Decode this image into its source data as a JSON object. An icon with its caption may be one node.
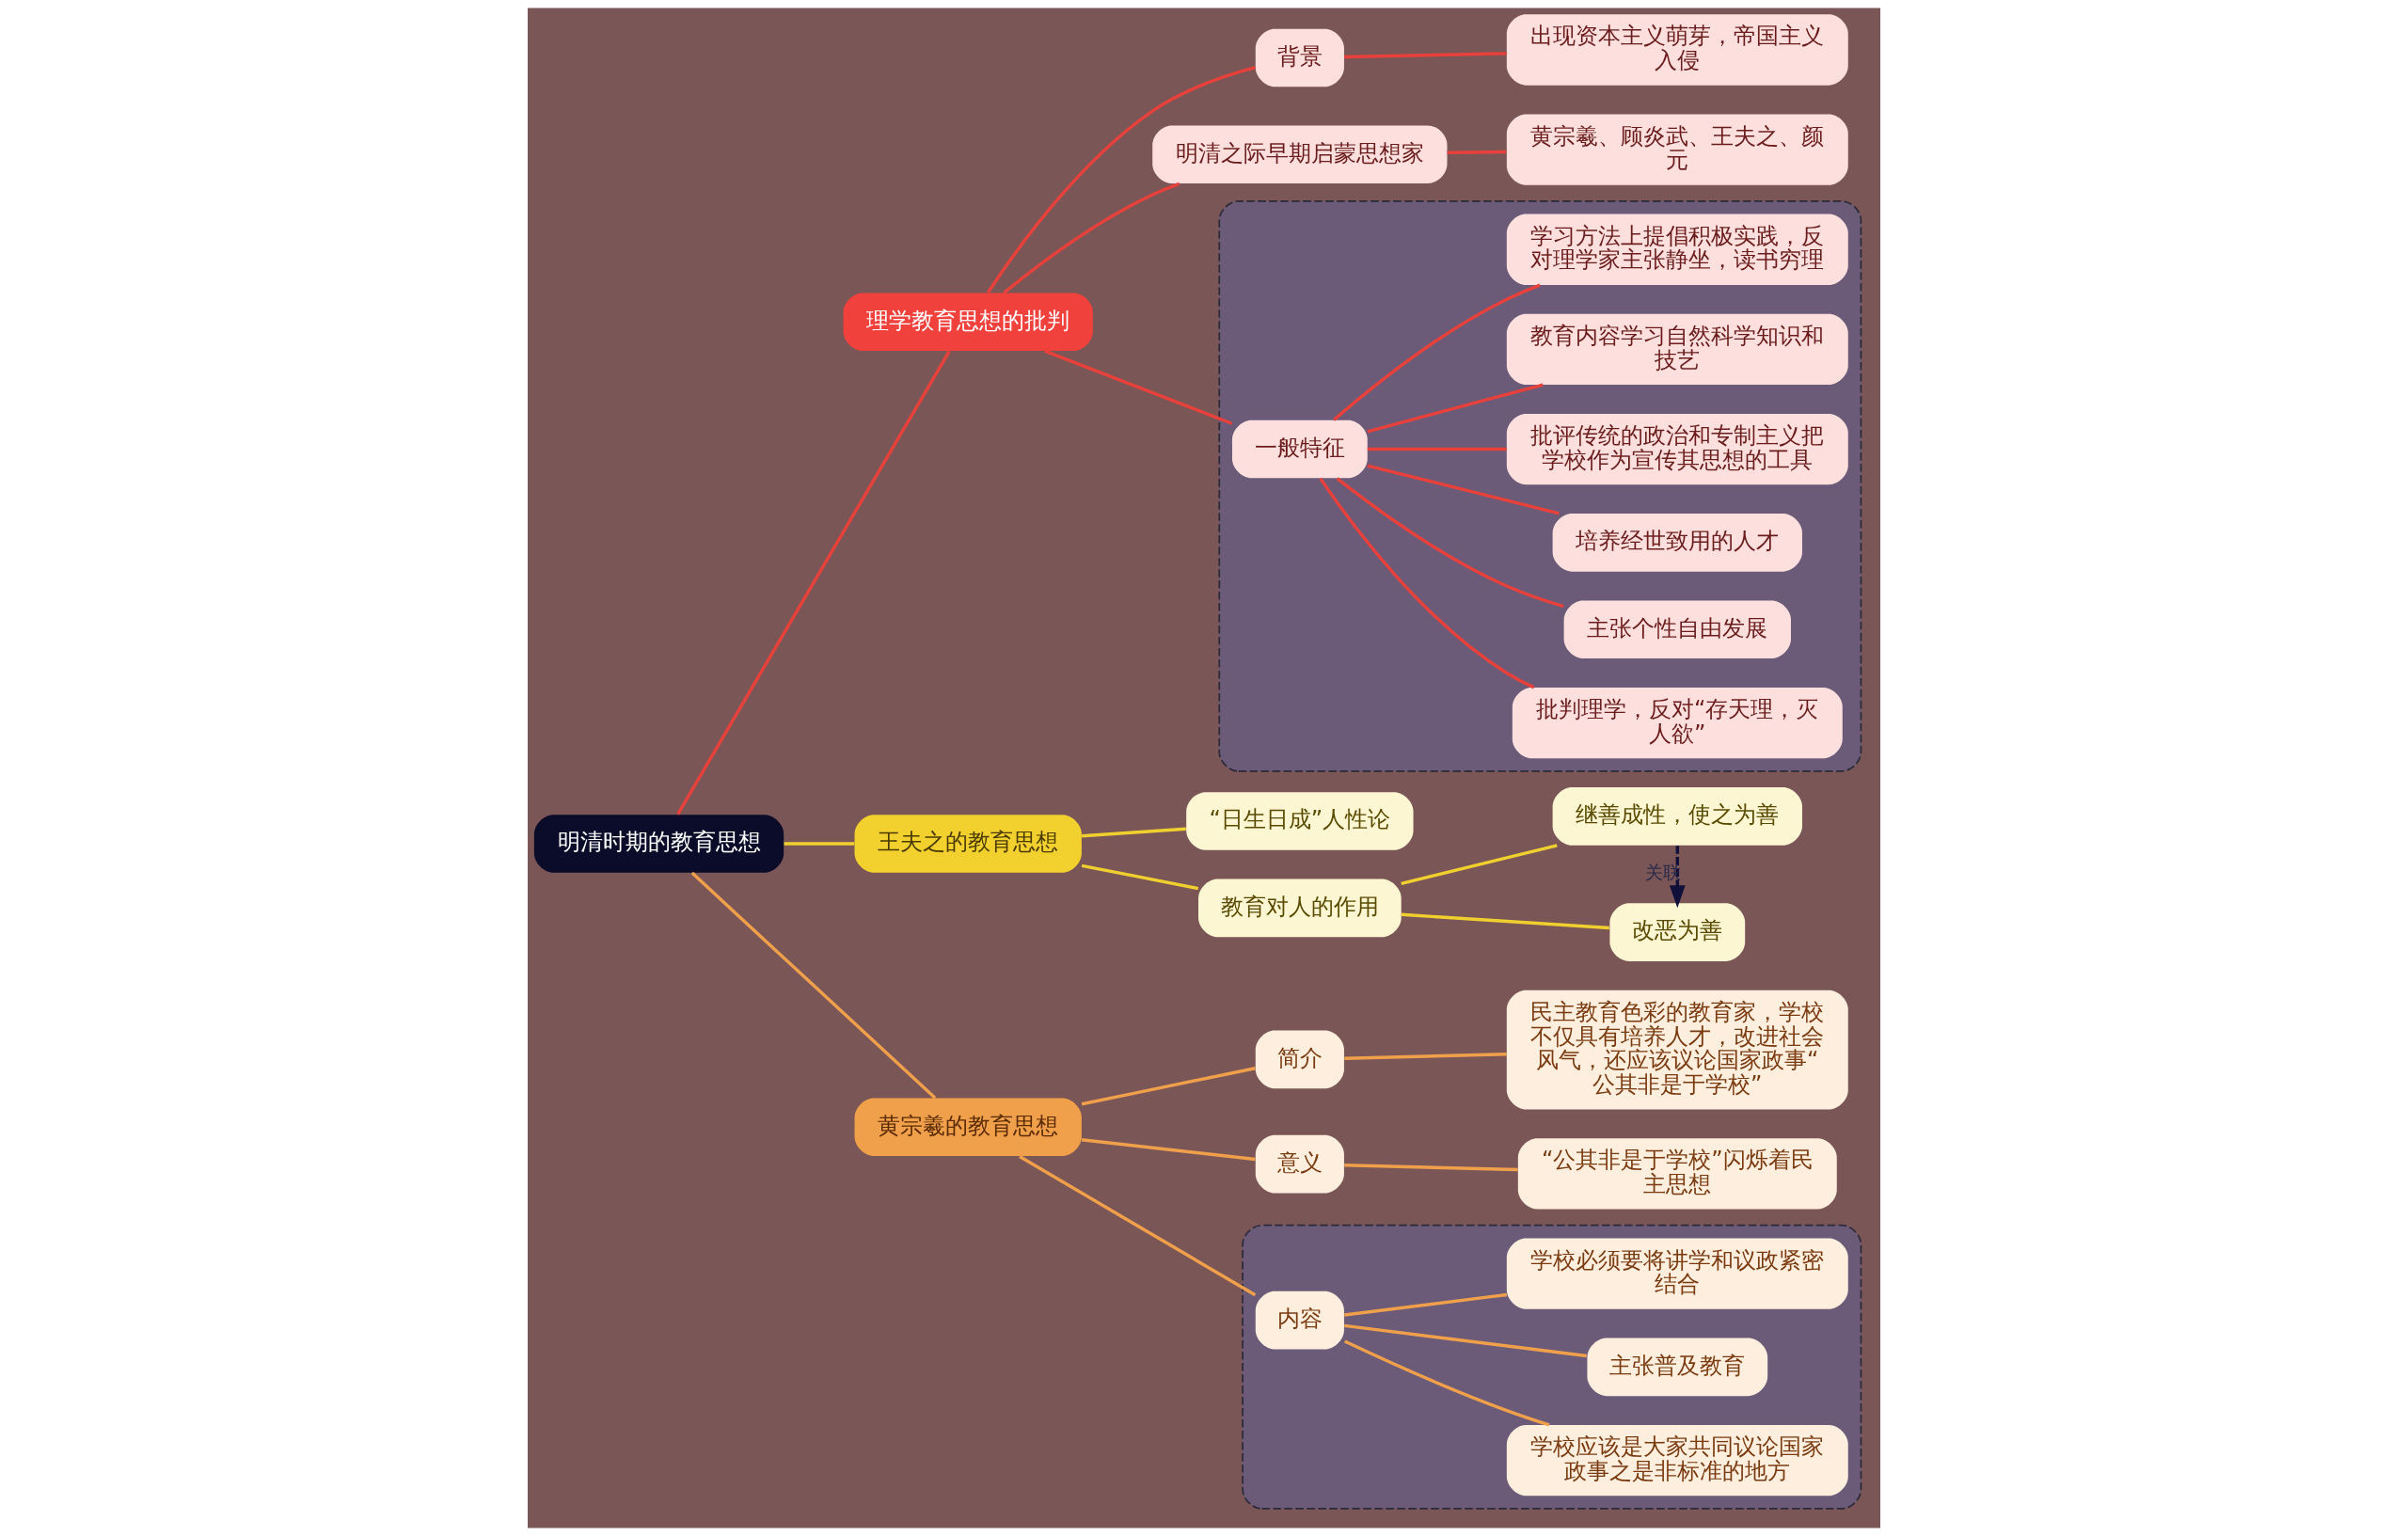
{
  "diagram": {
    "nodes": [
      {
        "text": [
          "明清时期的教育思想"
        ]
      },
      {
        "text": [
          "理学教育思想的批判"
        ]
      },
      {
        "text": [
          "背景"
        ]
      },
      {
        "text": [
          "出现资本主义萌芽，帝国主义入侵"
        ]
      },
      {
        "text": [
          "明清之际早期启蒙思想家"
        ]
      },
      {
        "text": [
          "黄宗羲、顾炎武、王夫之、颜元"
        ]
      },
      {
        "text": [],
        "shape": "box"
      },
      {
        "text": [
          "一般特征"
        ],
        "in": 6
      },
      {
        "text": [
          "批判理学，反对“存天理，灭人欲”"
        ],
        "in": 6
      },
      {
        "text": [
          "主张个性自由发展"
        ],
        "in": 6
      },
      {
        "text": [
          "培养经世致用的人才"
        ],
        "in": 6
      },
      {
        "text": [
          "批评传统的政治和专制主义把学校作为宣传其思想的工具"
        ],
        "in": 6
      },
      {
        "text": [
          "教育内容学习自然科学知识和技艺"
        ],
        "in": 6
      },
      {
        "text": [
          "学习方法上提倡积极实践，反对理学家主张静坐，读书穷理"
        ],
        "in": 6
      },
      {
        "text": [
          "王夫之的教育思想"
        ]
      },
      {
        "text": [
          "“日生日成”人性论"
        ]
      },
      {
        "text": [
          "教育对人的作用"
        ]
      },
      {
        "text": [
          "继善成性，使之为善"
        ]
      },
      {
        "text": [
          "改恶为善"
        ]
      },
      {
        "text": [
          "黄宗羲的教育思想"
        ]
      },
      {
        "text": [
          "简介"
        ]
      },
      {
        "text": [
          "民主教育色彩的教育家，学校不仅具有培养人才，改进社会风气，还应该议论国家政事“公其非是于学校”"
        ]
      },
      {
        "text": [],
        "shape": "box"
      },
      {
        "text": [
          "内容"
        ],
        "in": 22
      },
      {
        "text": [
          "学校应该是大家共同议论国家政事之是非标准的地方"
        ],
        "in": 22
      },
      {
        "text": [
          "主张普及教育"
        ],
        "in": 22
      },
      {
        "text": [
          "学校必须要将讲学和议政紧密结合"
        ],
        "in": 22
      },
      {
        "text": [
          "意义"
        ]
      },
      {
        "text": [
          "“公其非是于学校”闪烁着民主思想"
        ]
      }
    ],
    "edges": [
      {
        "from": 0,
        "to": 1,
        "arrow": "none"
      },
      {
        "from": 1,
        "to": 2,
        "arrow": "none"
      },
      {
        "from": 2,
        "to": 3,
        "arrow": "none"
      },
      {
        "from": 1,
        "to": 4,
        "arrow": "none"
      },
      {
        "from": 4,
        "to": 5,
        "arrow": "none"
      },
      {
        "from": 1,
        "to": 7,
        "arrow": "none"
      },
      {
        "from": 7,
        "to": 8,
        "arrow": "none"
      },
      {
        "from": 7,
        "to": 9,
        "arrow": "none"
      },
      {
        "from": 7,
        "to": 10,
        "arrow": "none"
      },
      {
        "from": 7,
        "to": 11,
        "arrow": "none"
      },
      {
        "from": 7,
        "to": 12,
        "arrow": "none"
      },
      {
        "from": 7,
        "to": 13,
        "arrow": "none"
      },
      {
        "from": 0,
        "to": 14,
        "arrow": "none",
        "color": "#f0d02e"
      },
      {
        "from": 14,
        "to": 15,
        "arrow": "none",
        "color": "#f0d02e"
      },
      {
        "from": 14,
        "to": 16,
        "arrow": "none",
        "color": "#f0d02e"
      },
      {
        "from": 16,
        "to": 17,
        "arrow": "none",
        "color": "#f0d02e"
      },
      {
        "from": 16,
        "to": 18,
        "arrow": "none",
        "color": "#f0d02e"
      },
      {
        "from": 17,
        "to": 18,
        "arrow": "to",
        "label": "关联",
        "style": "dashed",
        "color": "#10103a"
      },
      {
        "from": 0,
        "to": 19,
        "arrow": "none",
        "color": "#f0a04b"
      },
      {
        "from": 19,
        "to": 20,
        "arrow": "none",
        "color": "#f0a04b"
      },
      {
        "from": 20,
        "to": 21,
        "arrow": "none",
        "color": "#f0a04b"
      },
      {
        "from": 19,
        "to": 23,
        "arrow": "none",
        "color": "#f0a04b"
      },
      {
        "from": 23,
        "to": 24,
        "arrow": "none",
        "color": "#f0a04b"
      },
      {
        "from": 23,
        "to": 25,
        "arrow": "none",
        "color": "#f0a04b"
      },
      {
        "from": 23,
        "to": 26,
        "arrow": "none",
        "color": "#f0a04b"
      },
      {
        "from": 19,
        "to": 27,
        "arrow": "none",
        "color": "#f0a04b"
      },
      {
        "from": 27,
        "to": 28,
        "arrow": "none",
        "color": "#f0a04b"
      }
    ]
  }
}
